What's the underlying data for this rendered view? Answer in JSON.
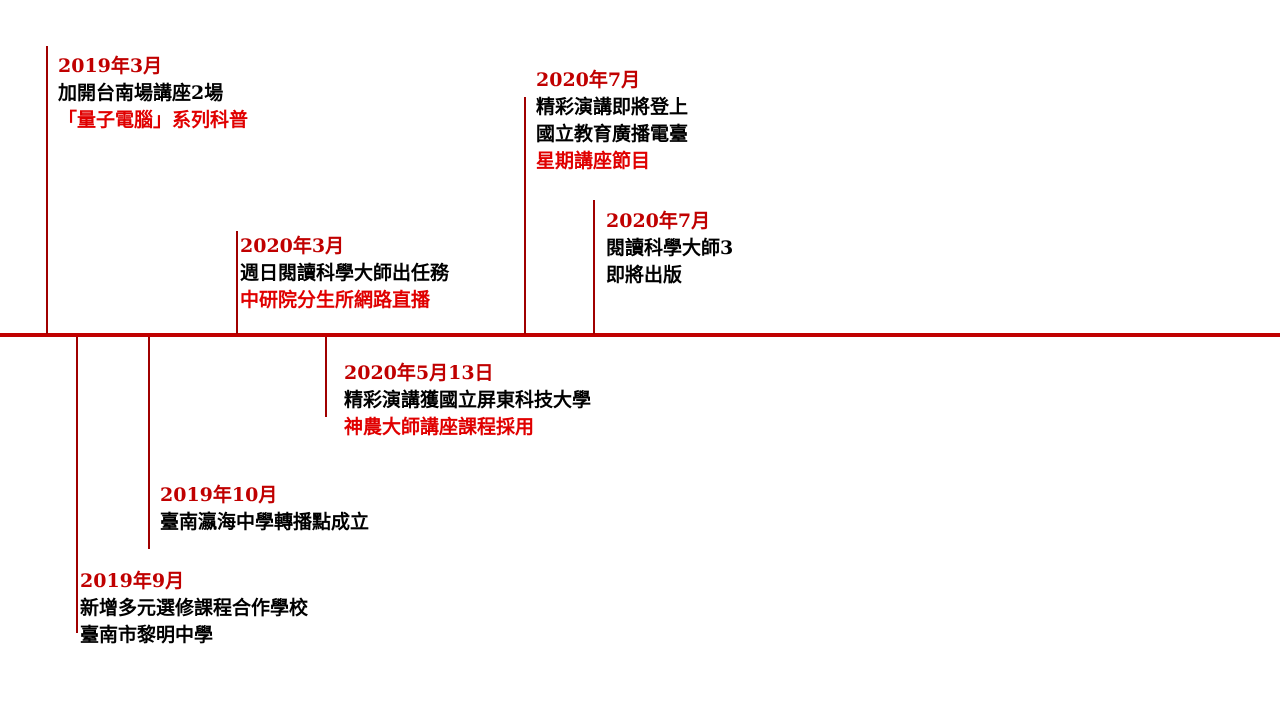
{
  "colors": {
    "accent": "#c00000",
    "highlight": "#e00000",
    "text": "#000000",
    "background": "#ffffff"
  },
  "events": [
    {
      "date": "2019年3月",
      "lines": [
        "加開台南場講座2場"
      ],
      "highlight": "「量子電腦」系列科普"
    },
    {
      "date": "2019年9月",
      "lines": [
        "新增多元選修課程合作學校",
        "臺南市黎明中學"
      ]
    },
    {
      "date": "2019年10月",
      "lines": [
        "臺南瀛海中學轉播點成立"
      ]
    },
    {
      "date": "2020年3月",
      "lines": [
        "週日閱讀科學大師出任務"
      ],
      "highlight": "中研院分生所網路直播"
    },
    {
      "date": "2020年5月13日",
      "lines": [
        "精彩演講獲國立屏東科技大學"
      ],
      "highlight": "神農大師講座課程採用"
    },
    {
      "date": "2020年7月",
      "lines": [
        "精彩演講即將登上",
        "國立教育廣播電臺"
      ],
      "highlight": "星期講座節目"
    },
    {
      "date": "2020年7月",
      "lines": [
        "閱讀科學大師3",
        "即將出版"
      ]
    }
  ]
}
